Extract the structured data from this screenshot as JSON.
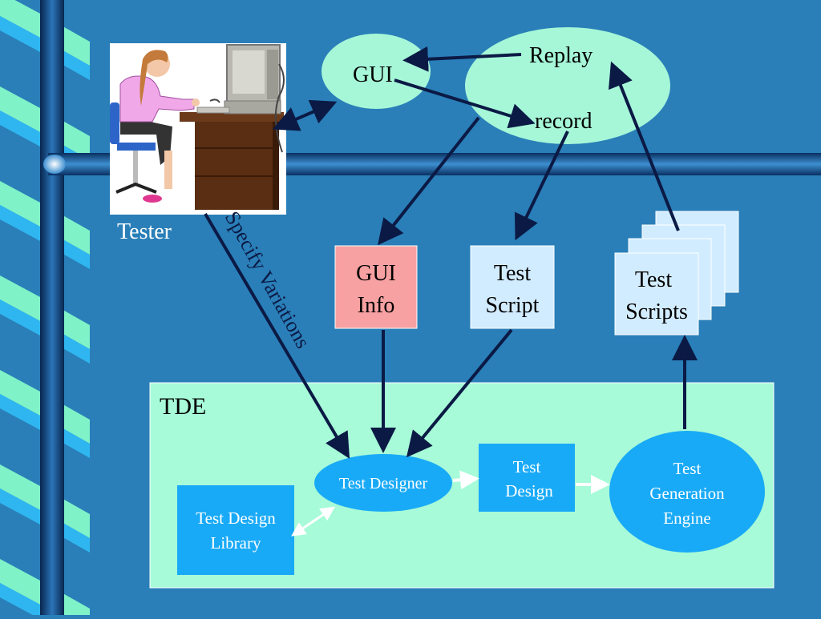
{
  "colors": {
    "background": "#2a7fb8",
    "spiral_light": "#7ff2c8",
    "spiral_mid": "#2fb6f0",
    "rail": "#0a3a72",
    "oval_mint": "#a6f7d8",
    "tde_panel": "#a7fbd8",
    "blue_box": "#19aaf7",
    "pale_box": "#d2ecff",
    "pink_box": "#f7a1a2",
    "arrow_dark": "#0b1a45",
    "arrow_white": "#ffffff"
  },
  "tester": {
    "label": "Tester"
  },
  "gui_oval": {
    "label": "GUI"
  },
  "replay_oval": {
    "replay_label": "Replay",
    "record_label": "record"
  },
  "gui_info": {
    "line1": "GUI",
    "line2": "Info"
  },
  "test_script": {
    "line1": "Test",
    "line2": "Script"
  },
  "test_scripts": {
    "line1": "Test",
    "line2": "Scripts"
  },
  "specify_variations": {
    "label": "Specify Variations"
  },
  "tde": {
    "title": "TDE",
    "test_designer": "Test Designer",
    "test_design_line1": "Test",
    "test_design_line2": "Design",
    "library_line1": "Test Design",
    "library_line2": "Library",
    "engine_line1": "Test",
    "engine_line2": "Generation",
    "engine_line3": "Engine"
  }
}
